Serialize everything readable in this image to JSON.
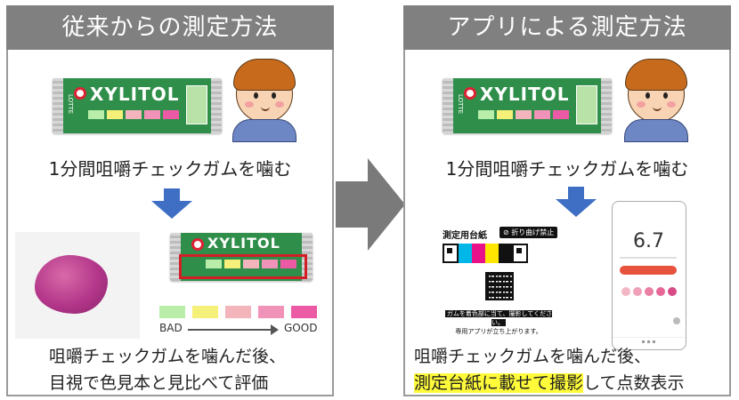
{
  "left_panel": {
    "header": "従来からの測定方法",
    "gum_brand": "XYLITOL",
    "gum_side_text": "LOTTE",
    "step1_caption": "1分間咀嚼チェックガムを噛む",
    "step2_line1": "咀嚼チェックガムを噛んだ後、",
    "step2_line2": "目視で色見本と見比べて評価",
    "scale_bad": "BAD",
    "scale_good": "GOOD",
    "swatch_colors": [
      "#b9eeaa",
      "#f5f07a",
      "#f4b4bc",
      "#f192b8",
      "#ec5aa6"
    ]
  },
  "right_panel": {
    "header": "アプリによる測定方法",
    "gum_brand": "XYLITOL",
    "gum_side_text": "LOTTE",
    "step1_caption": "1分間咀嚼チェックガムを噛む",
    "sheet_title": "測定用台紙",
    "sheet_button": "⊘ 折り曲げ禁止",
    "sheet_note_line1": "ガムを着色部に当て、撮影してください。",
    "sheet_note_line2": "専用アプリが立ち上がります。",
    "phone_score": "6.7",
    "step2_line1": "咀嚼チェックガムを噛んだ後、",
    "step2_highlight": "測定台紙に載せて撮影",
    "step2_rest": "して点数表示"
  },
  "colors": {
    "header_bg": "#808080",
    "arrow_blue": "#3f6fc4",
    "arrow_gray": "#7a7a7a",
    "highlight_red": "#d21f26",
    "highlight_yellow": "#fffb3a"
  }
}
